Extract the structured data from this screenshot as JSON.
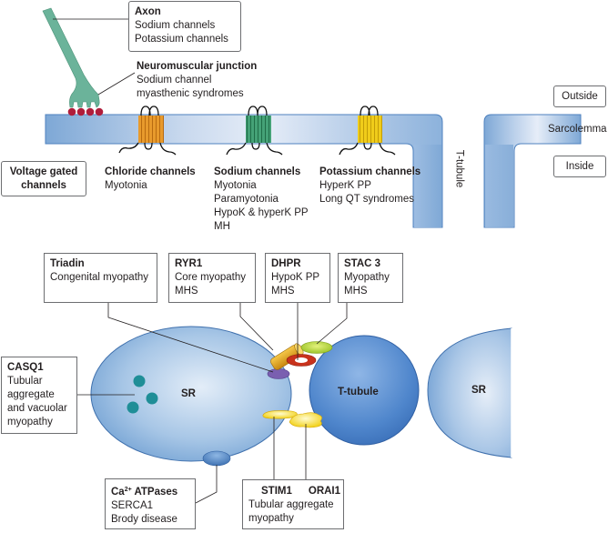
{
  "top": {
    "axon": {
      "title": "Axon",
      "lines": [
        "Sodium channels",
        "Potassium channels"
      ]
    },
    "nmj": {
      "title": "Neuromuscular junction",
      "lines": [
        "Sodium channel",
        "myasthenic syndromes"
      ]
    },
    "voltage_gated": {
      "title_line1": "Voltage gated",
      "title_line2": "channels"
    },
    "chloride": {
      "title": "Chloride channels",
      "lines": [
        "Myotonia"
      ],
      "color": "#e59a2f"
    },
    "sodium": {
      "title": "Sodium channels",
      "lines": [
        "Myotonia",
        "Paramyotonia",
        "HypoK & hyperK PP",
        "MH"
      ],
      "color": "#3f9b6e"
    },
    "potassium": {
      "title": "Potassium channels",
      "lines": [
        "HyperK PP",
        "Long QT syndromes"
      ],
      "color": "#e8c21a"
    },
    "outside_label": "Outside",
    "inside_label": "Inside",
    "sarcolemma_label": "Sarcolemma",
    "ttubule_vertical_label": "T-tubule"
  },
  "bottom": {
    "triadin": {
      "title": "Triadin",
      "lines": [
        "Congenital myopathy"
      ]
    },
    "ryr1": {
      "title": "RYR1",
      "lines": [
        "Core myopathy",
        "MHS"
      ]
    },
    "dhpr": {
      "title": "DHPR",
      "lines": [
        "HypoK PP",
        "MHS"
      ]
    },
    "stac3": {
      "title": "STAC 3",
      "lines": [
        "Myopathy",
        "MHS"
      ]
    },
    "casq1": {
      "title": "CASQ1",
      "lines": [
        "Tubular",
        "aggregate",
        "and vacuolar",
        "myopathy"
      ]
    },
    "atpase": {
      "title_prefix": "Ca",
      "title_sup": "2+",
      "title_suffix": " ATPases",
      "lines": [
        "SERCA1",
        "Brody disease"
      ]
    },
    "stim_orai": {
      "title_left": "STIM1",
      "title_right": "ORAI1",
      "lines": [
        "Tubular aggregate",
        "myopathy"
      ]
    },
    "sr_label": "SR",
    "sr_right_label": "SR",
    "ttubule_label": "T-tubule"
  }
}
